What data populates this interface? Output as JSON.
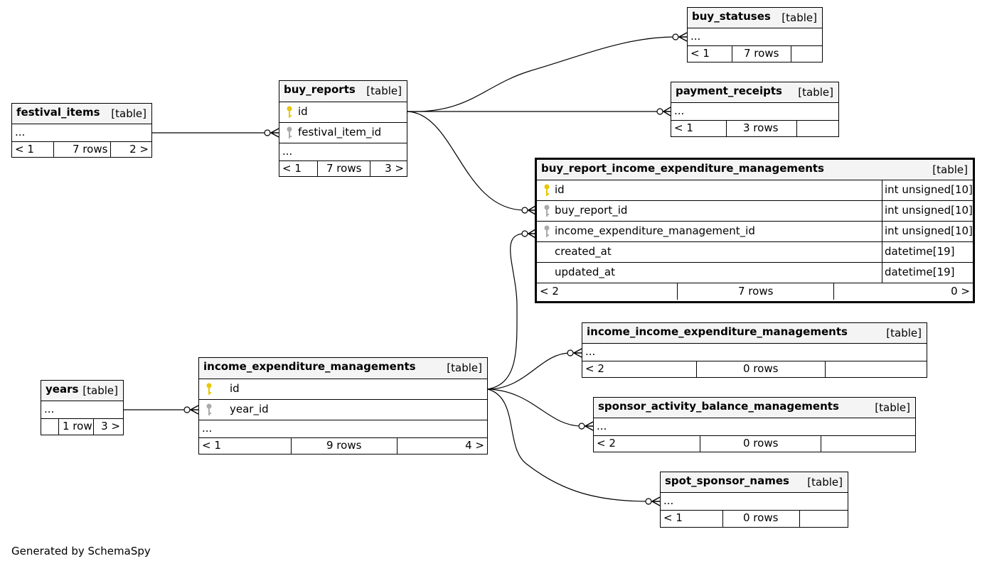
{
  "colors": {
    "primary_key": "#e8c700",
    "foreign_key": "#aaaaaa",
    "header_bg": "#f4f4f4"
  },
  "tables": {
    "festival_items": {
      "name": "festival_items",
      "type": "[table]",
      "ellipsis": "...",
      "parents": "< 1",
      "rows": "7 rows",
      "children": "2 >"
    },
    "buy_reports": {
      "name": "buy_reports",
      "type": "[table]",
      "col1": "id",
      "col2": "festival_item_id",
      "ellipsis": "...",
      "parents": "< 1",
      "rows": "7 rows",
      "children": "3 >"
    },
    "buy_statuses": {
      "name": "buy_statuses",
      "type": "[table]",
      "ellipsis": "...",
      "parents": "< 1",
      "rows": "7 rows",
      "children": ""
    },
    "payment_receipts": {
      "name": "payment_receipts",
      "type": "[table]",
      "ellipsis": "...",
      "parents": "< 1",
      "rows": "3 rows",
      "children": ""
    },
    "buy_report_income_expenditure_managements": {
      "name": "buy_report_income_expenditure_managements",
      "type": "[table]",
      "columns": [
        {
          "name": "id",
          "dtype": "int unsigned[10]"
        },
        {
          "name": "buy_report_id",
          "dtype": "int unsigned[10]"
        },
        {
          "name": "income_expenditure_management_id",
          "dtype": "int unsigned[10]"
        },
        {
          "name": "created_at",
          "dtype": "datetime[19]"
        },
        {
          "name": "updated_at",
          "dtype": "datetime[19]"
        }
      ],
      "parents": "< 2",
      "rows": "7 rows",
      "children": "0 >"
    },
    "income_income_expenditure_managements": {
      "name": "income_income_expenditure_managements",
      "type": "[table]",
      "ellipsis": "...",
      "parents": "< 2",
      "rows": "0 rows",
      "children": ""
    },
    "income_expenditure_managements": {
      "name": "income_expenditure_managements",
      "type": "[table]",
      "col1": "id",
      "col2": "year_id",
      "ellipsis": "...",
      "parents": "< 1",
      "rows": "9 rows",
      "children": "4 >"
    },
    "years": {
      "name": "years",
      "type": "[table]",
      "ellipsis": "...",
      "parents": "",
      "rows": "1 row",
      "children": "3 >"
    },
    "sponsor_activity_balance_managements": {
      "name": "sponsor_activity_balance_managements",
      "type": "[table]",
      "ellipsis": "...",
      "parents": "< 2",
      "rows": "0 rows",
      "children": ""
    },
    "spot_sponsor_names": {
      "name": "spot_sponsor_names",
      "type": "[table]",
      "ellipsis": "...",
      "parents": "< 1",
      "rows": "0 rows",
      "children": ""
    }
  },
  "footer": "Generated by SchemaSpy"
}
